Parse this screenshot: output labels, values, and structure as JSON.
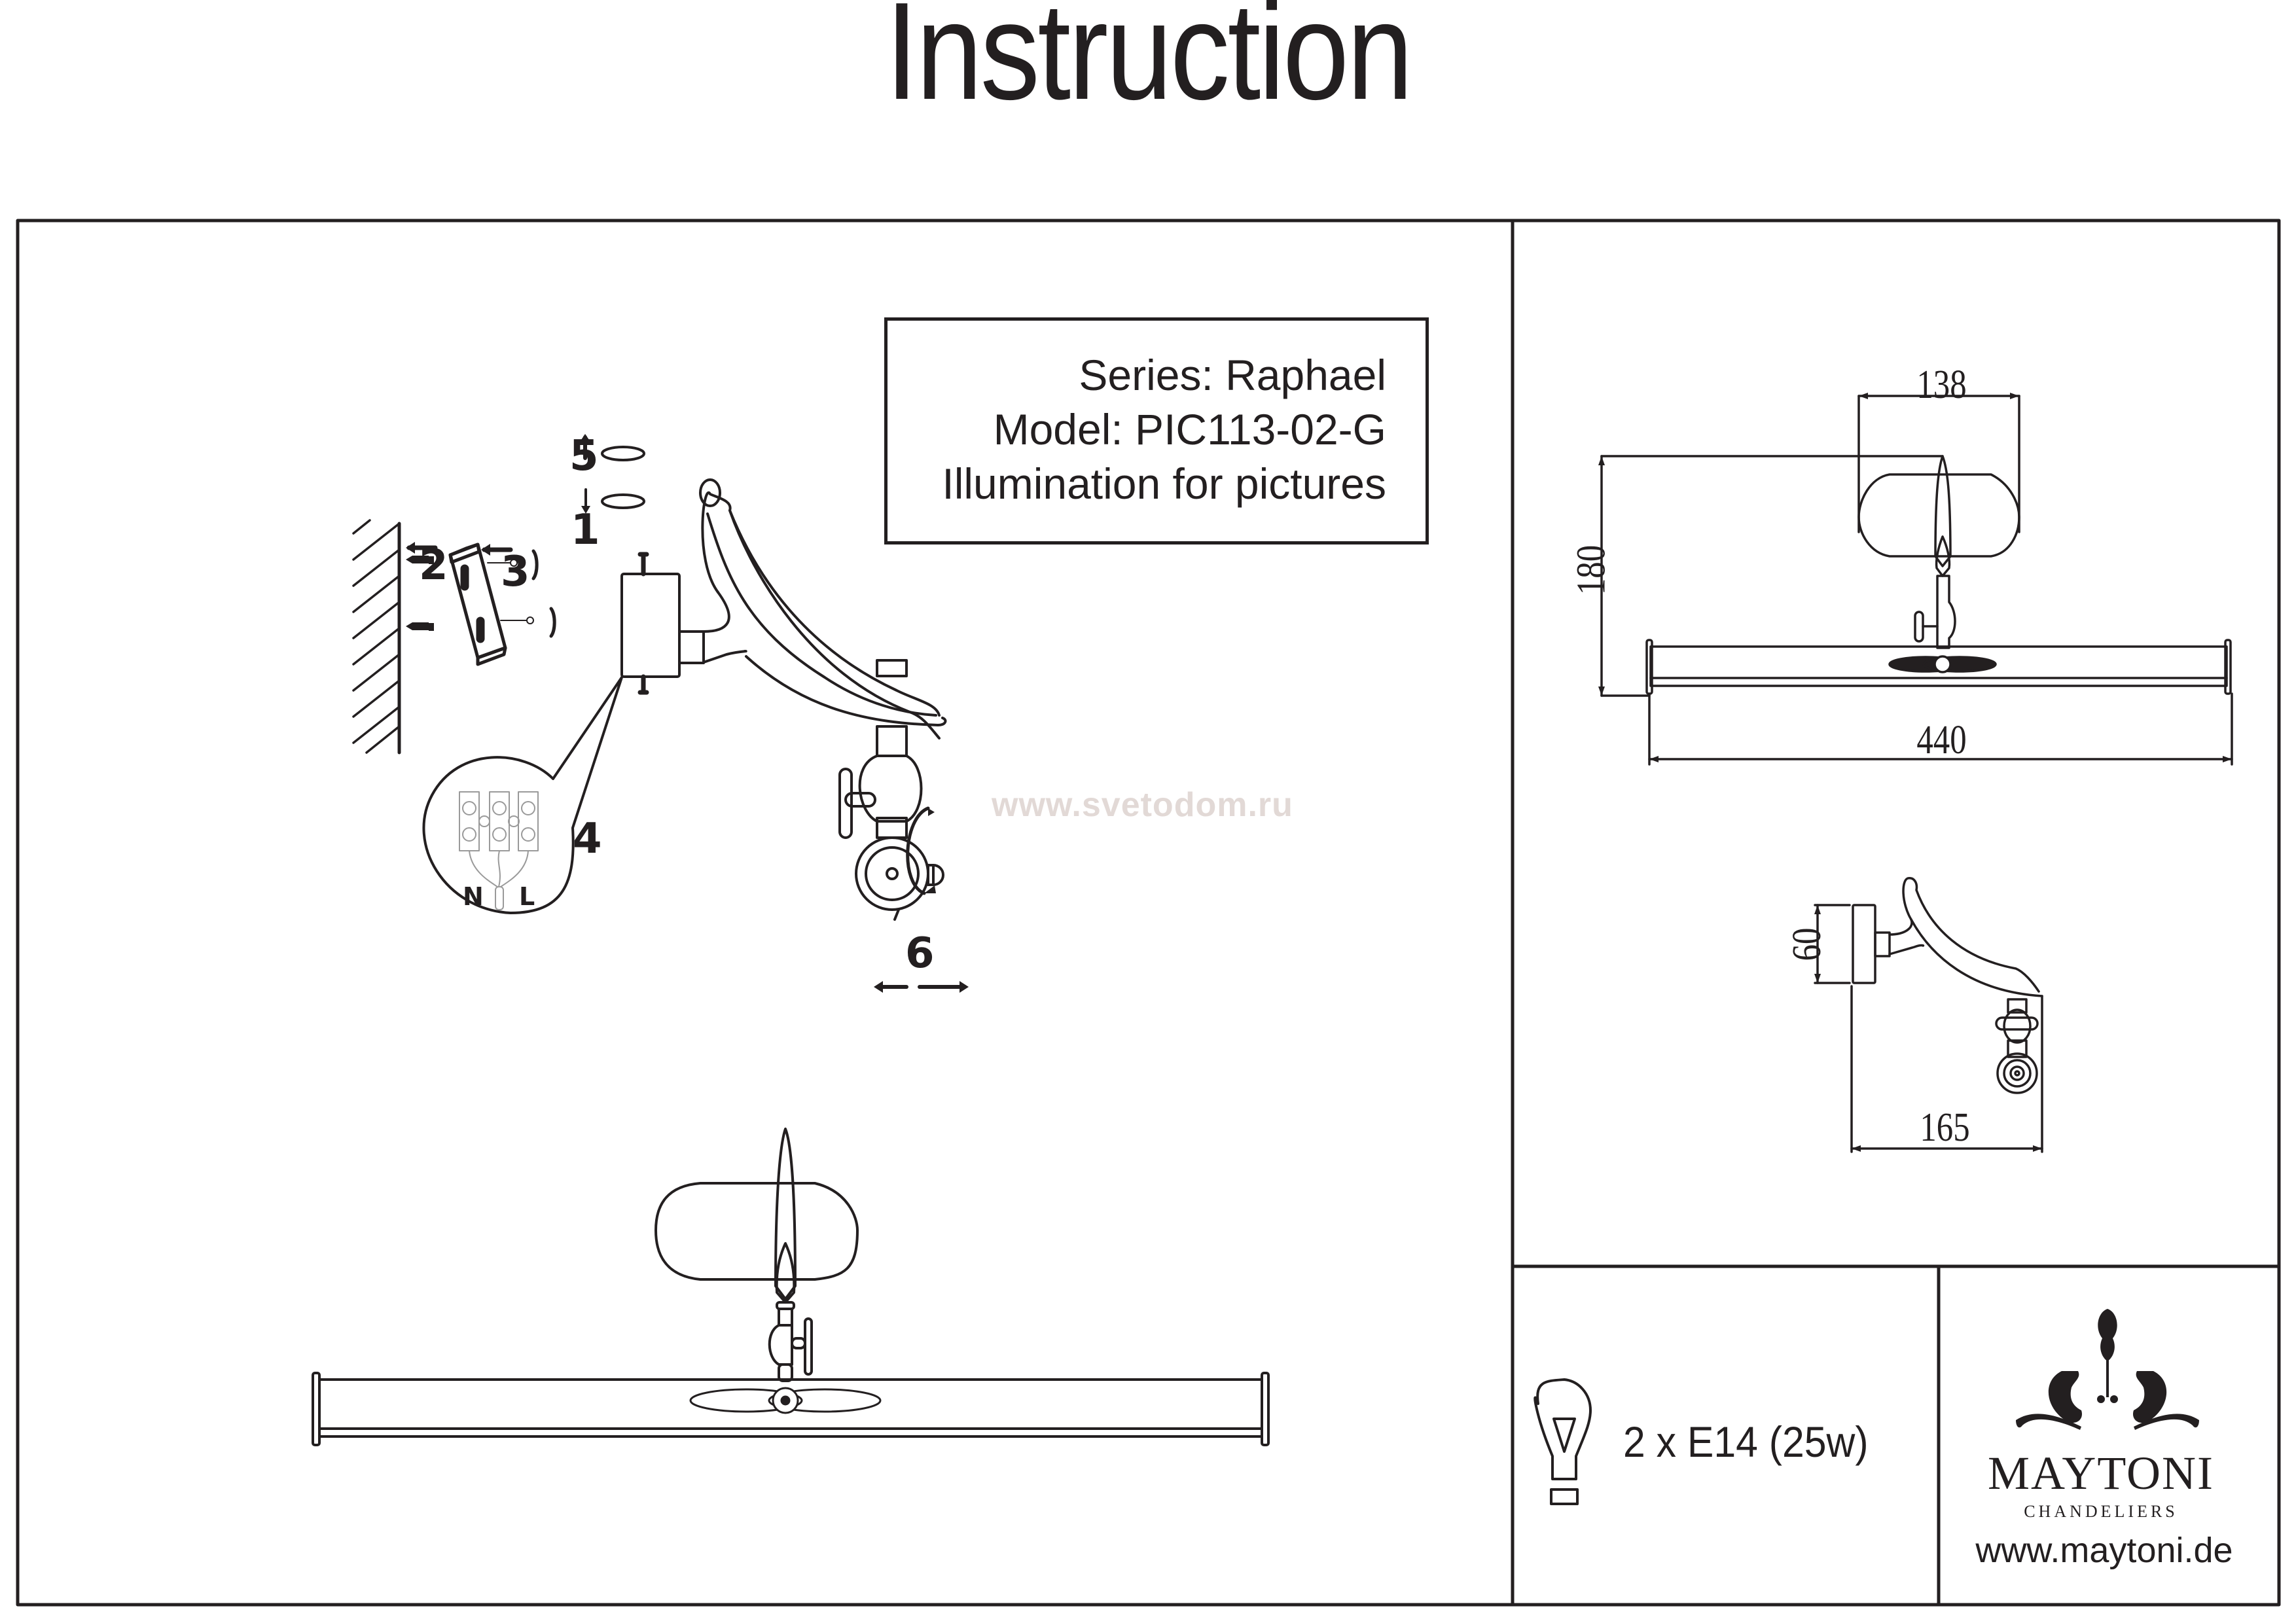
{
  "document": {
    "title": "Instruction",
    "watermark": "www.svetodom.ru"
  },
  "product_info": {
    "series": "Series: Raphael",
    "model": "Model: PIC113-02-G",
    "description": "Illumination for pictures"
  },
  "installation_steps": [
    {
      "number": "1",
      "icon": "rotate-unscrew-icon",
      "direction": "down"
    },
    {
      "number": "2",
      "icon": "wall-plug-icon",
      "direction": "left"
    },
    {
      "number": "3",
      "icon": "screw-mount-icon",
      "direction": "left"
    },
    {
      "number": "4",
      "icon": "terminal-block-icon"
    },
    {
      "number": "5",
      "icon": "rotate-screw-icon",
      "direction": "up"
    },
    {
      "number": "6",
      "icon": "adjust-horizontal-icon",
      "direction": "left-right"
    }
  ],
  "wiring": {
    "neutral_label": "N",
    "live_label": "L"
  },
  "dimensions": {
    "front_width": "440",
    "front_height": "180",
    "shade_width": "138",
    "side_depth": "165",
    "side_base_height": "60"
  },
  "lamp": {
    "icon": "light-bulb-icon",
    "spec": "2 x E14 (25w)"
  },
  "brand": {
    "name": "MAYTONI",
    "subtitle": "CHANDELIERS",
    "url": "www.maytoni.de"
  }
}
